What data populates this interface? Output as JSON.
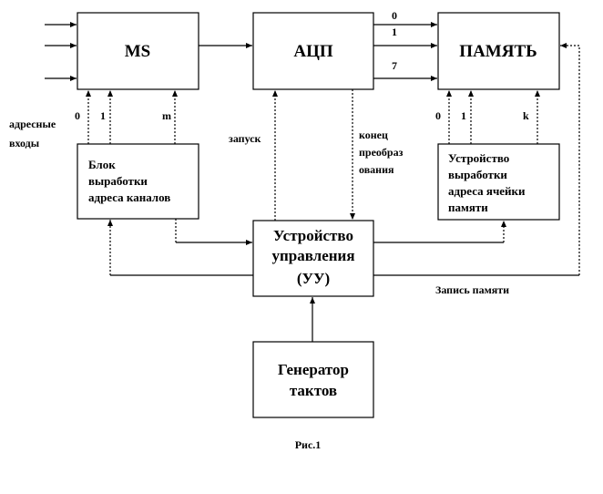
{
  "blocks": {
    "ms": "MS",
    "adc": "АЦП",
    "memory": "ПАМЯТЬ",
    "channel_addr": [
      "Блок",
      "выработки",
      "адреса каналов"
    ],
    "cell_addr": [
      "Устройство",
      "выработки",
      "адреса ячейки",
      "памяти"
    ],
    "control": [
      "Устройство",
      "управления",
      "(УУ)"
    ],
    "clock": [
      "Генератор",
      "тактов"
    ]
  },
  "labels": {
    "address_inputs": [
      "адресные",
      "входы"
    ],
    "ms_bits": [
      "0",
      "1",
      "m"
    ],
    "adc_bits": [
      "0",
      "1",
      "7"
    ],
    "mem_bits": [
      "0",
      "1",
      "k"
    ],
    "start": "запуск",
    "conversion_end": [
      "конец",
      "преобраз",
      "ования"
    ],
    "memory_write": "Запись памяти"
  },
  "caption": "Рис.1"
}
